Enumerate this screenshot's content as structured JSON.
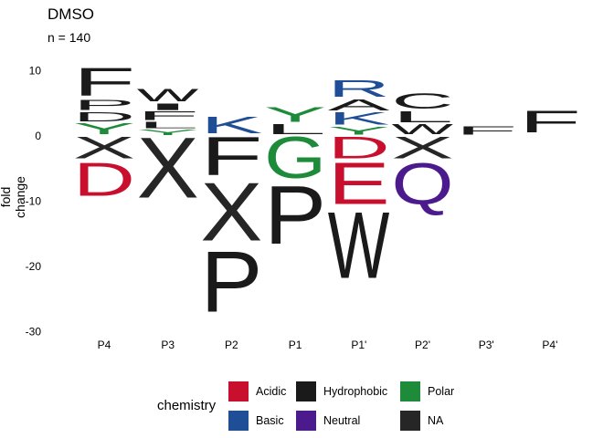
{
  "chart_data": {
    "type": "sequence-logo",
    "title": "DMSO",
    "subtitle": "n = 140",
    "xlabel": "",
    "ylabel": "fold change",
    "ylim": [
      -30,
      11
    ],
    "yticks": [
      10,
      0,
      -10,
      -20,
      -30
    ],
    "categories": [
      "P4",
      "P3",
      "P2",
      "P1",
      "P1'",
      "P2'",
      "P3'",
      "P4'"
    ],
    "grid": false,
    "legend": {
      "title": "chemistry",
      "position": "bottom",
      "entries": [
        {
          "name": "Acidic",
          "color": "#C8102E"
        },
        {
          "name": "Basic",
          "color": "#1F4E96"
        },
        {
          "name": "Hydrophobic",
          "color": "#1A1A1A"
        },
        {
          "name": "Neutral",
          "color": "#4B1A8C"
        },
        {
          "name": "Polar",
          "color": "#1E8B3A"
        },
        {
          "name": "NA",
          "color": "#262626"
        }
      ]
    },
    "positions": [
      {
        "pos": "P4",
        "up": [
          {
            "letter": "Y",
            "chem": "Polar",
            "h": 2.0
          },
          {
            "letter": "D",
            "chem": "Hydrophobic",
            "h": 1.7
          },
          {
            "letter": "P",
            "chem": "Hydrophobic",
            "h": 1.8
          },
          {
            "letter": "F",
            "chem": "Hydrophobic",
            "h": 5.0
          }
        ],
        "down": [
          {
            "letter": "X",
            "chem": "NA",
            "h": 4.0
          },
          {
            "letter": "D",
            "chem": "Acidic",
            "h": 6.0
          }
        ]
      },
      {
        "pos": "P3",
        "up": [
          {
            "letter": "Y",
            "chem": "Polar",
            "h": 1.0
          },
          {
            "letter": "L",
            "chem": "Hydrophobic",
            "h": 1.2
          },
          {
            "letter": "F",
            "chem": "Hydrophobic",
            "h": 1.6
          },
          {
            "letter": "I",
            "chem": "Hydrophobic",
            "h": 1.2
          },
          {
            "letter": "W",
            "chem": "Hydrophobic",
            "h": 2.3
          }
        ],
        "down": [
          {
            "letter": "X",
            "chem": "NA",
            "h": 11.0
          }
        ]
      },
      {
        "pos": "P2",
        "up": [
          {
            "letter": "K",
            "chem": "Basic",
            "h": 3.0
          }
        ],
        "down": [
          {
            "letter": "F",
            "chem": "Hydrophobic",
            "h": 7.0
          },
          {
            "letter": "X",
            "chem": "NA",
            "h": 10.5
          },
          {
            "letter": "P",
            "chem": "Hydrophobic",
            "h": 11.0
          }
        ]
      },
      {
        "pos": "P1",
        "up": [
          {
            "letter": "L",
            "chem": "Hydrophobic",
            "h": 1.8
          },
          {
            "letter": "Y",
            "chem": "Polar",
            "h": 2.7
          }
        ],
        "down": [
          {
            "letter": "G",
            "chem": "Polar",
            "h": 7.5
          },
          {
            "letter": "P",
            "chem": "Hydrophobic",
            "h": 10.5
          }
        ]
      },
      {
        "pos": "P1'",
        "up": [
          {
            "letter": "Y",
            "chem": "Polar",
            "h": 1.4
          },
          {
            "letter": "K",
            "chem": "Basic",
            "h": 2.2
          },
          {
            "letter": "A",
            "chem": "Hydrophobic",
            "h": 2.0
          },
          {
            "letter": "R",
            "chem": "Basic",
            "h": 3.0
          }
        ],
        "down": [
          {
            "letter": "D",
            "chem": "Acidic",
            "h": 4.0
          },
          {
            "letter": "E",
            "chem": "Acidic",
            "h": 7.5
          },
          {
            "letter": "W",
            "chem": "Hydrophobic",
            "h": 12.0
          }
        ]
      },
      {
        "pos": "P2'",
        "up": [
          {
            "letter": "W",
            "chem": "Hydrophobic",
            "h": 1.8
          },
          {
            "letter": "L",
            "chem": "Hydrophobic",
            "h": 2.0
          },
          {
            "letter": "C",
            "chem": "Hydrophobic",
            "h": 2.8
          }
        ],
        "down": [
          {
            "letter": "X",
            "chem": "NA",
            "h": 4.0
          },
          {
            "letter": "Q",
            "chem": "Neutral",
            "h": 7.5
          }
        ]
      },
      {
        "pos": "P3'",
        "up": [
          {
            "letter": "F",
            "chem": "Hydrophobic",
            "h": 1.5
          }
        ],
        "down": []
      },
      {
        "pos": "P4'",
        "up": [
          {
            "letter": "F",
            "chem": "Hydrophobic",
            "h": 4.0
          }
        ],
        "down": []
      }
    ]
  }
}
